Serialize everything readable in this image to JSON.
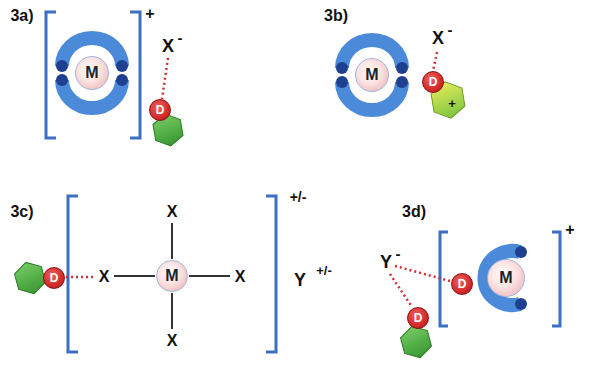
{
  "diagram": {
    "nodes": [
      {
        "text": [
          "M"
        ]
      },
      {
        "text": [
          "D"
        ]
      },
      {
        "text": [
          "M"
        ]
      },
      {
        "text": [
          "D"
        ]
      },
      {
        "text": [
          "M"
        ]
      },
      {
        "text": [
          "D"
        ]
      },
      {
        "text": [
          "D"
        ]
      },
      {
        "text": [
          "M"
        ]
      },
      {
        "text": [
          "D"
        ]
      }
    ],
    "labels": [
      "3a)",
      "+",
      "X",
      "-",
      "3b)",
      "X",
      "-",
      "+",
      "3c)",
      "X",
      "X",
      "X",
      "X",
      "+/-",
      "Y",
      "+/-",
      "3d)",
      "Y",
      "-",
      "+"
    ]
  }
}
